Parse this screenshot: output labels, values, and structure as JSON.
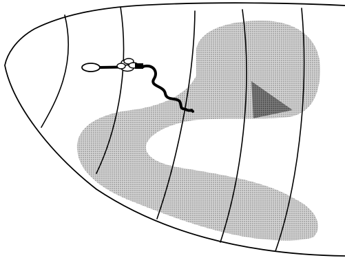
{
  "figure": {
    "colors": {
      "background": "#ffffff",
      "outline": "#000000",
      "shaded_region": "#c4c4c4",
      "dark_triangle": "#707070",
      "oval": "#ffffff"
    },
    "elements": [
      "body-outline",
      "segment-lines",
      "shaded-region",
      "dark-triangle",
      "molecular-construct"
    ]
  }
}
